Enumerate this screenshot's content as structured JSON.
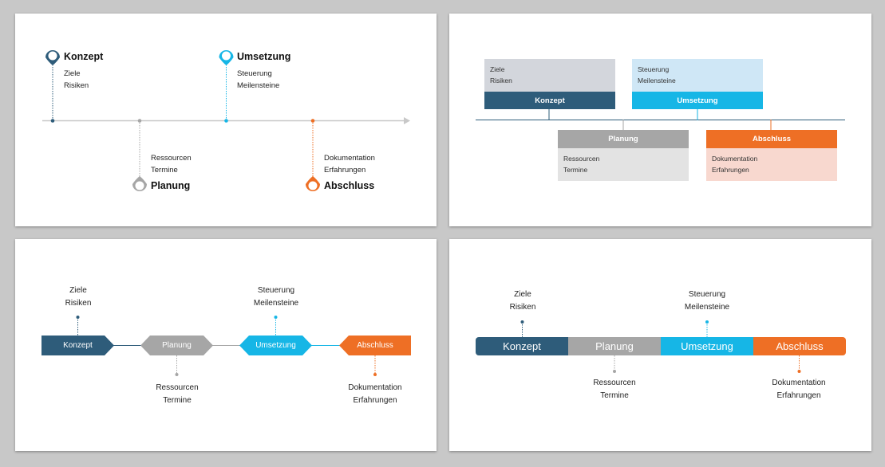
{
  "colors": {
    "konzept": "#2e5c7a",
    "planung": "#a6a6a6",
    "umsetzung": "#16b6e6",
    "abschluss": "#ee6f25",
    "konzept_light": "#d3d6dc",
    "planung_light": "#e3e3e3",
    "umsetzung_light": "#cfe7f6",
    "abschluss_light": "#f8d8cf"
  },
  "phases": [
    {
      "title": "Konzept",
      "line1": "Ziele",
      "line2": "Risiken"
    },
    {
      "title": "Planung",
      "line1": "Ressourcen",
      "line2": "Termine"
    },
    {
      "title": "Umsetzung",
      "line1": "Steuerung",
      "line2": "Meilensteine"
    },
    {
      "title": "Abschluss",
      "line1": "Dokumentation",
      "line2": "Erfahrungen"
    }
  ]
}
